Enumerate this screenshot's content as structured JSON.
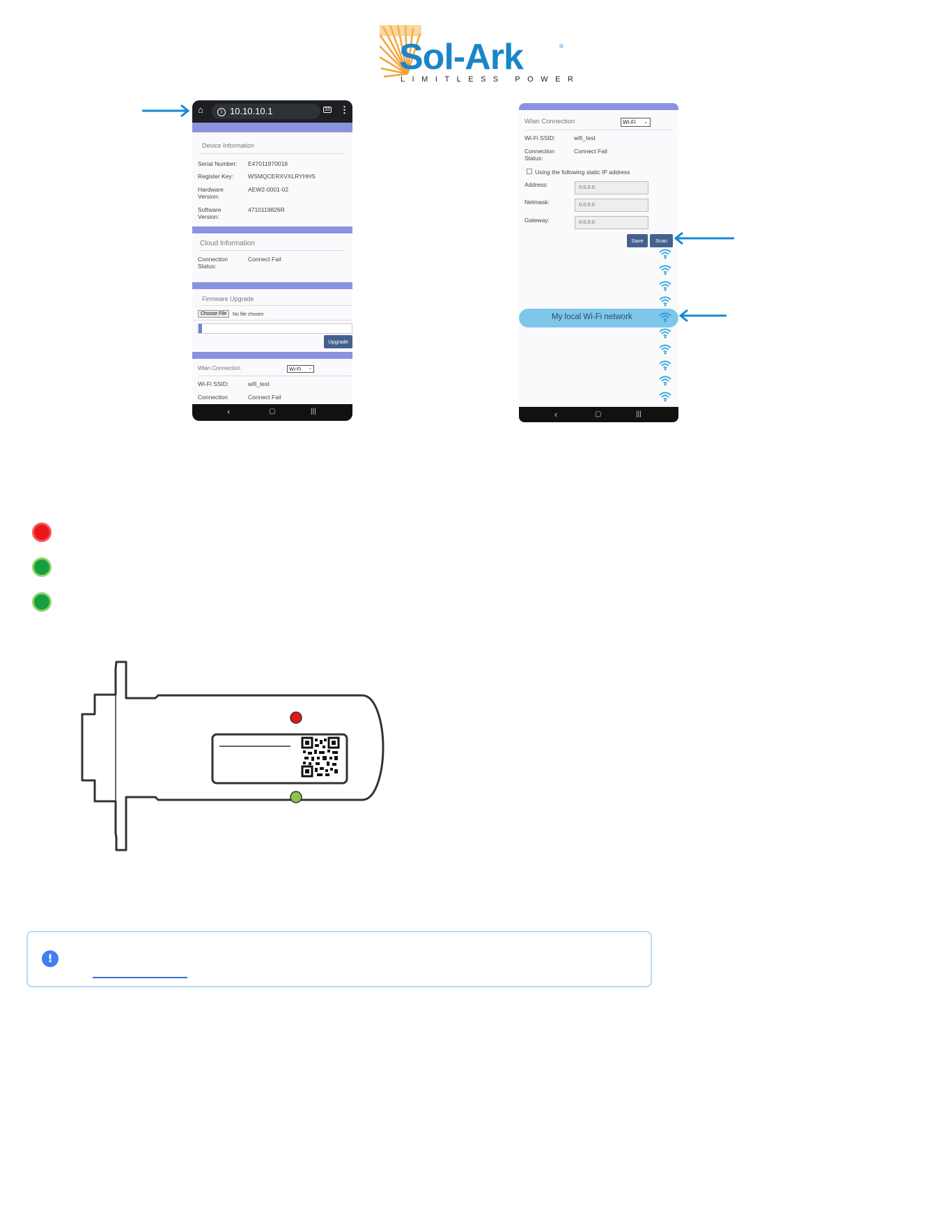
{
  "logo": {
    "brand": "Sol-Ark",
    "registered_mark": "®",
    "tagline": "LIMITLESS POWER",
    "colors": {
      "blue": "#1a85c8",
      "orange": "#f5a23b"
    }
  },
  "phone1": {
    "url": "10.10.10.1",
    "tab_count": "33",
    "device_information": {
      "title": "Device Information",
      "rows": [
        {
          "label": "Serial Number:",
          "value": "E47011970018"
        },
        {
          "label": "Register Key:",
          "value": "WSMQCERXVXLRYHHS"
        },
        {
          "label": "Hardware Version:",
          "value": "AEW2-0001-02"
        },
        {
          "label": "Software Version:",
          "value": "4710119826R"
        }
      ]
    },
    "cloud_information": {
      "title": "Cloud Information",
      "status_label": "Connection Status:",
      "status_value": "Connect Fail"
    },
    "firmware_upgrade": {
      "title": "Firmware Upgrade",
      "choose_file": "Choose File",
      "no_file": "No file chosen",
      "upgrade_button": "Upgrade"
    },
    "wlan": {
      "title": "Wlan Connection",
      "mode": "Wi-Fi",
      "ssid_label": "Wi-Fi SSID:",
      "ssid_value": "wifi_test",
      "status_label": "Connection",
      "status_value": "Connect Fail"
    }
  },
  "phone2": {
    "wlan": {
      "title": "Wlan Connection",
      "mode": "Wi-Fi",
      "ssid_label": "Wi-Fi SSID:",
      "ssid_value": "wifi_test",
      "status_label": "Connection Status:",
      "status_value": "Connect Fail",
      "static_ip_label": "Using the following static IP address",
      "static_ip_checked": false,
      "address_label": "Address:",
      "address_value": "0.0.0.0",
      "netmask_label": "Netmask:",
      "netmask_value": "0.0.0.0",
      "gateway_label": "Gateway:",
      "gateway_value": "0.0.0.0",
      "save_button": "Save",
      "scan_button": "Scan"
    },
    "network_highlight": "My local Wi-Fi network",
    "wifi_icon_count": 10
  },
  "leds": {
    "colors": [
      "#e8161b",
      "#169f3e",
      "#169f3e"
    ],
    "border": "#8fd36b"
  },
  "dongle": {
    "top_led": "#e8161b",
    "bottom_led": "#8ac64a"
  },
  "callout": {
    "icon": "!",
    "border_color": "#b9dcf3",
    "icon_color": "#3f7fef"
  }
}
